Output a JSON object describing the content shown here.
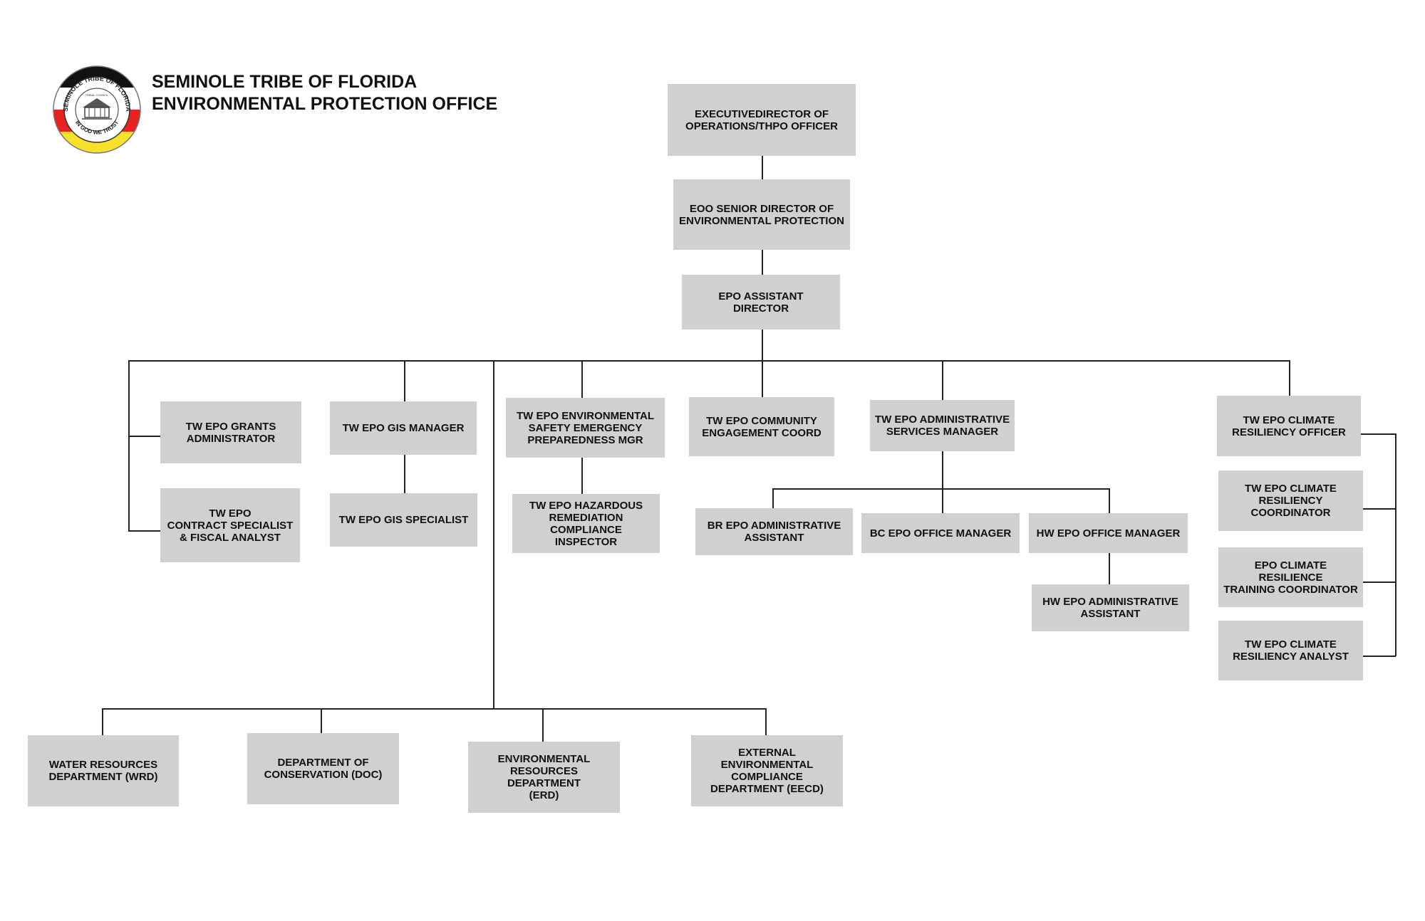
{
  "header": {
    "title_line1": "SEMINOLE TRIBE OF FLORIDA",
    "title_line2": "ENVIRONMENTAL PROTECTION OFFICE"
  },
  "logo": {
    "ring_text_top": "SEMINOLE TRIBE OF FLORIDA",
    "ring_text_bottom": "IN GOD WE TRUST",
    "center_text": "TRIBAL COUNCIL",
    "colors": {
      "top": "#111111",
      "upper_mid": "#ffffff",
      "lower_mid": "#e8231f",
      "bottom": "#f8e12a"
    }
  },
  "colors": {
    "box_fill": "#d0d0d0",
    "line": "#222222",
    "text": "#111111"
  },
  "org": {
    "executive_director": "EXECUTIVEDIRECTOR OF\nOPERATIONS/THPO OFFICER",
    "senior_director": "EOO SENIOR DIRECTOR OF\nENVIRONMENTAL PROTECTION",
    "assistant_director": "EPO ASSISTANT\nDIRECTOR",
    "grants_admin": "TW EPO GRANTS\nADMINISTRATOR",
    "contract_specialist": "TW EPO\nCONTRACT SPECIALIST\n& FISCAL ANALYST",
    "gis_manager": "TW EPO GIS MANAGER",
    "gis_specialist": "TW EPO GIS SPECIALIST",
    "env_safety": "TW EPO ENVIRONMENTAL\nSAFETY EMERGENCY\nPREPAREDNESS MGR",
    "hazardous": "TW EPO HAZARDOUS\nREMEDIATION\nCOMPLIANCE\nINSPECTOR",
    "community": "TW EPO COMMUNITY\nENGAGEMENT COORD",
    "admin_services": "TW EPO ADMINISTRATIVE\nSERVICES MANAGER",
    "br_admin": "BR EPO ADMINISTRATIVE\nASSISTANT",
    "bc_office": "BC EPO OFFICE MANAGER",
    "hw_office": "HW EPO OFFICE MANAGER",
    "hw_admin": "HW EPO ADMINISTRATIVE\nASSISTANT",
    "climate_officer": "TW EPO CLIMATE\nRESILIENCY OFFICER",
    "climate_coordinator": "TW EPO CLIMATE\nRESILIENCY\nCOORDINATOR",
    "climate_training": "EPO CLIMATE RESILIENCE\nTRAINING COORDINATOR",
    "climate_analyst": "TW EPO CLIMATE\nRESILIENCY ANALYST",
    "wrd": "WATER RESOURCES\nDEPARTMENT (WRD)",
    "doc": "DEPARTMENT OF\nCONSERVATION (DOC)",
    "erd": "ENVIRONMENTAL\nRESOURCES\nDEPARTMENT\n(ERD)",
    "eecd": "EXTERNAL\nENVIRONMENTAL\nCOMPLIANCE\nDEPARTMENT (EECD)"
  }
}
